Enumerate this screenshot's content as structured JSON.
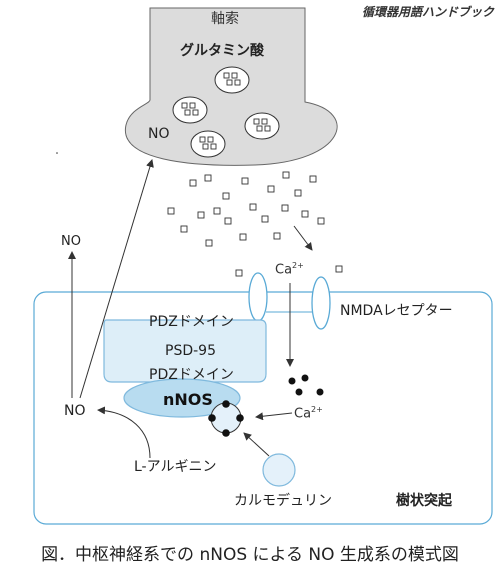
{
  "publisher": "循環器用語ハンドブック",
  "caption": "図．中枢神経系での nNOS による NO 生成系の模式図",
  "labels": {
    "axon": "軸索",
    "glutamate": "グルタミン酸",
    "no_presynaptic": "NO",
    "no_out": "NO",
    "calcium_top": "Ca",
    "calcium_top_sup": "2+",
    "nmda_receptor": "NMDAレセプター",
    "pdz_upper": "PDZドメイン",
    "psd95": "PSD-95",
    "pdz_lower": "PDZドメイン",
    "nnos": "nNOS",
    "no_left": "NO",
    "calcium_right": "Ca",
    "calcium_right_sup": "2+",
    "l_arginine": "L-アルギニン",
    "calmodulin": "カルモデュリン",
    "dendrite": "樹状突起"
  },
  "colors": {
    "axon_fill": "#dcdcdc",
    "line": "#333333",
    "dendrite_border": "#5aaad6",
    "psd_fill": "#ddeef8",
    "psd_border": "#7fb9dd",
    "nnos_fill": "#b8dcf0",
    "calmodulin_fill": "#e4f1fa",
    "nmda_border": "#5aaad6"
  }
}
